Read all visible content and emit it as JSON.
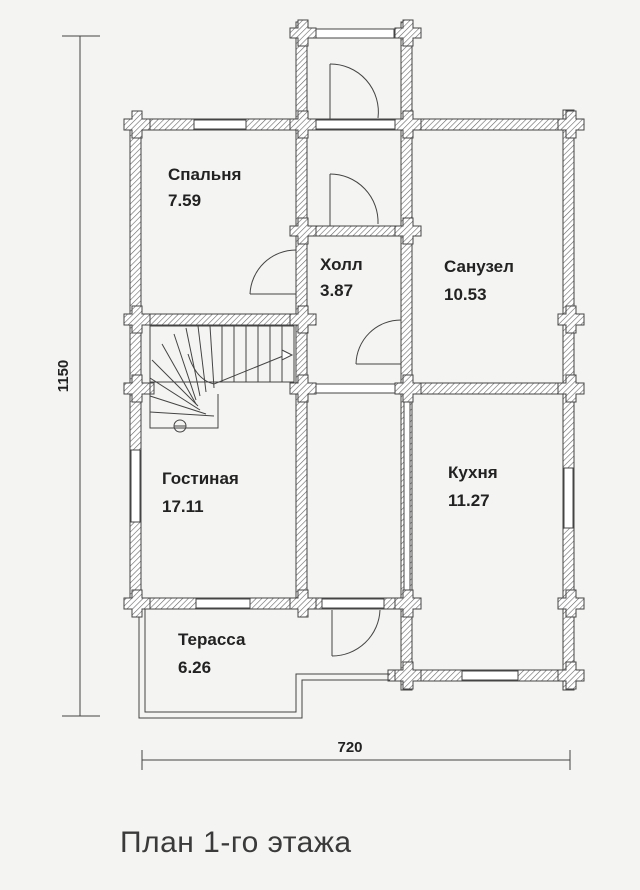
{
  "plan": {
    "title": "План 1-го этажа",
    "width_label": "720",
    "height_label": "1150",
    "rooms": [
      {
        "name": "Спальня",
        "area": "7.59"
      },
      {
        "name": "Холл",
        "area": "3.87"
      },
      {
        "name": "Санузел",
        "area": "10.53"
      },
      {
        "name": "Гостиная",
        "area": "17.11"
      },
      {
        "name": "Кухня",
        "area": "11.27"
      },
      {
        "name": "Терасса",
        "area": "6.26"
      }
    ]
  }
}
